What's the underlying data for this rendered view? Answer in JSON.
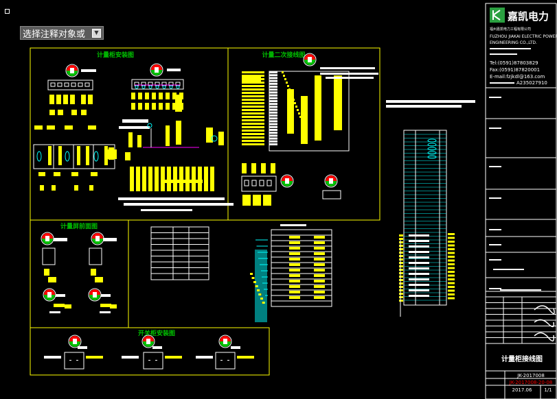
{
  "toolbar": {
    "annotation_select_label": "选择注释对象或",
    "dropdown_icon": "chevron-down-icon"
  },
  "sections": {
    "metering_cabinet": "计量柜安装图",
    "metering_secondary": "计量二次接线图",
    "metering_front": "计量屏前面图",
    "switch_cabinet": "开关柜安装图"
  },
  "title_block": {
    "company_cn": "嘉凯电力",
    "company_sub": "福州嘉凯电力工程有限公司",
    "company_en_1": "FUZHOU JIAKAI ELECTRIC POWER",
    "company_en_2": "ENGINEERING CO.,LTD.",
    "tel": "Tel:(0591)87803829",
    "fax": "Fax:(0591)87820001",
    "email": "E-mail:fzjkdl@163.com",
    "cert": "A235027910",
    "drawing_title": "计量柜接线图",
    "drawing_no": "JK-2017008",
    "drawing_code": "JK-2017008-20-08",
    "date": "2017.06",
    "sheet": "1/1"
  },
  "colors": {
    "background": "#000000",
    "yellow": "#ffff00",
    "cyan": "#00ffff",
    "white": "#ffffff",
    "red": "#ff0000",
    "green": "#00c000",
    "magenta": "#ff00ff",
    "brand_green": "#2aa040"
  }
}
